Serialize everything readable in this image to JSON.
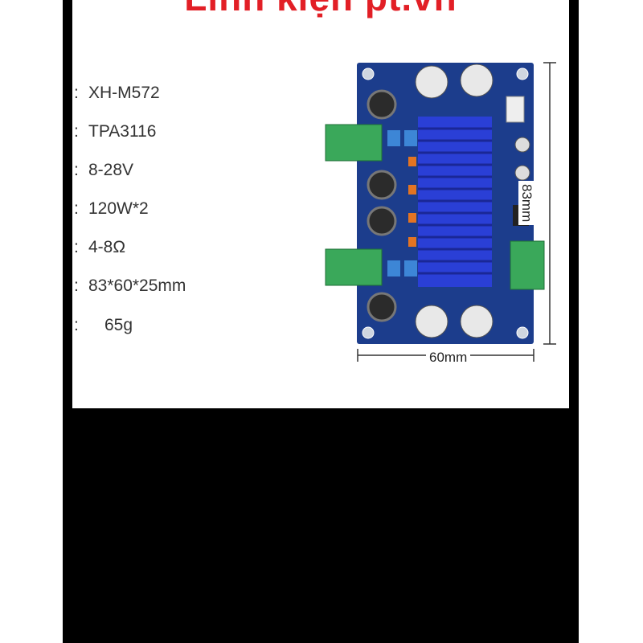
{
  "header": {
    "title": "Linh kiện pt.vn"
  },
  "specs": [
    {
      "bullet": ":",
      "value": "XH-M572"
    },
    {
      "bullet": ":",
      "value": "TPA3116"
    },
    {
      "bullet": ":",
      "value": "8-28V"
    },
    {
      "bullet": ":",
      "value": "120W*2"
    },
    {
      "bullet": ":",
      "value": "4-8Ω"
    },
    {
      "bullet": ":",
      "value": "83*60*25mm"
    },
    {
      "bullet": ":",
      "value": "65g"
    }
  ],
  "dimensions": {
    "width_label": "60mm",
    "height_label": "83mm"
  },
  "colors": {
    "title": "#e21f26",
    "board": "#1c3d8c",
    "heatsink": "#2a3fd6",
    "terminal": "#3aa85a"
  },
  "images": {
    "board": "amplifier-board-illustration"
  }
}
